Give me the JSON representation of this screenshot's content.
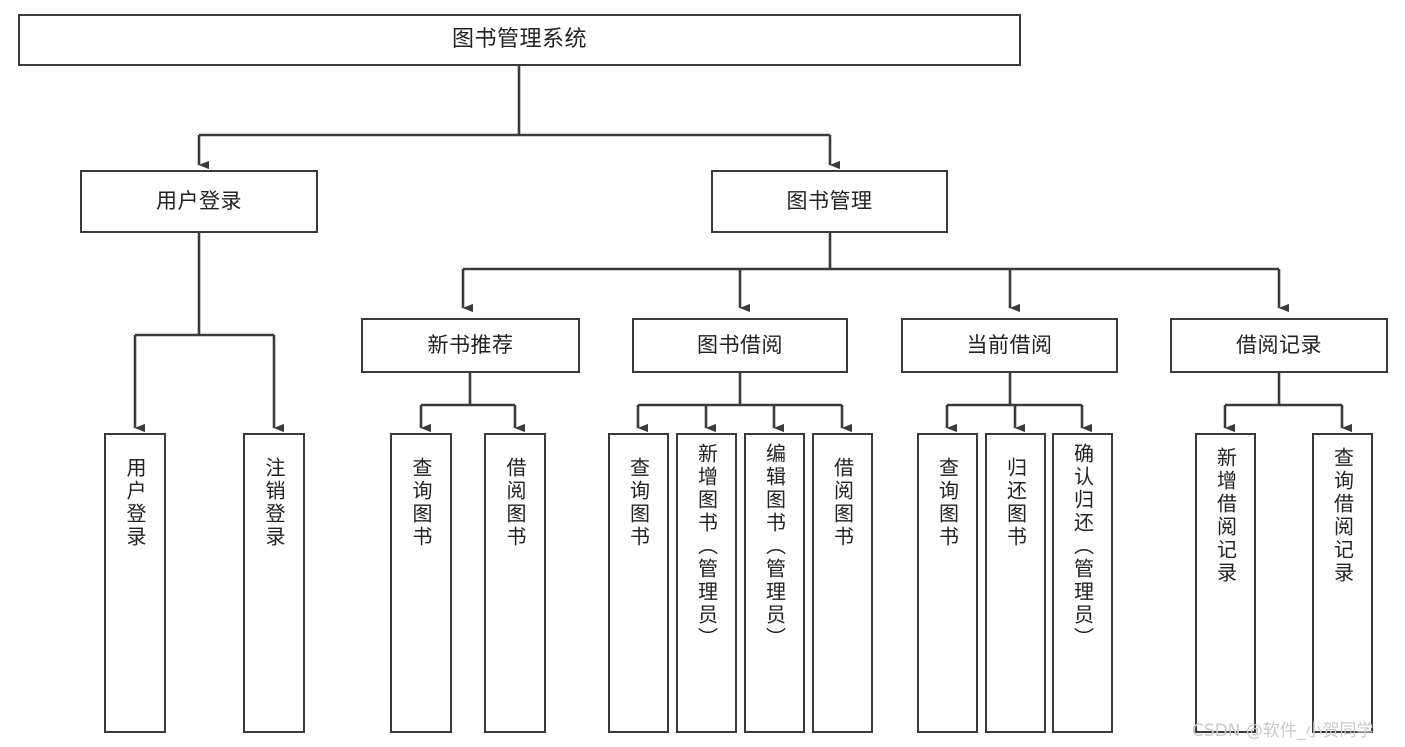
{
  "diagram": {
    "title": "图书管理系统",
    "type": "功能结构图",
    "stroke_color": "#3a3a3a",
    "text_color": "#222222",
    "background_color": "#ffffff",
    "watermark": "CSDN @软件_小贺同学"
  },
  "nodes": {
    "root": {
      "label": "图书管理系统"
    },
    "level2": [
      {
        "label": "用户登录"
      },
      {
        "label": "图书管理"
      }
    ],
    "level3": [
      {
        "label": "新书推荐"
      },
      {
        "label": "图书借阅"
      },
      {
        "label": "当前借阅"
      },
      {
        "label": "借阅记录"
      }
    ],
    "leaves": {
      "user_login": [
        {
          "label": "用户登录"
        },
        {
          "label": "注销登录"
        }
      ],
      "new_book_recommend": [
        {
          "label": "查询图书"
        },
        {
          "label": "借阅图书"
        }
      ],
      "book_borrow": [
        {
          "label": "查询图书"
        },
        {
          "label": "新增图书（管理员）"
        },
        {
          "label": "编辑图书（管理员）"
        },
        {
          "label": "借阅图书"
        }
      ],
      "current_borrow": [
        {
          "label": "查询图书"
        },
        {
          "label": "归还图书"
        },
        {
          "label": "确认归还（管理员）"
        }
      ],
      "borrow_record": [
        {
          "label": "新增借阅记录"
        },
        {
          "label": "查询借阅记录"
        }
      ]
    }
  }
}
